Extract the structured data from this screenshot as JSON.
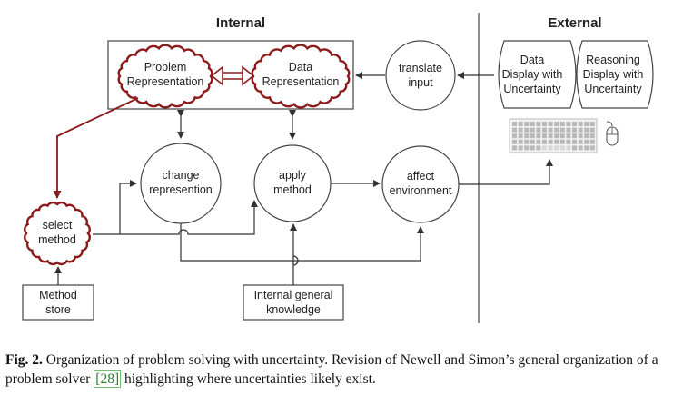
{
  "headers": {
    "internal": "Internal",
    "external": "External"
  },
  "nodes": {
    "problem_representation": [
      "Problem",
      "Representation"
    ],
    "data_representation": [
      "Data",
      "Representation"
    ],
    "translate_input": [
      "translate",
      "input"
    ],
    "data_display": [
      "Data",
      "Display with",
      "Uncertainty"
    ],
    "reasoning_display": [
      "Reasoning",
      "Display with",
      "Uncertainty"
    ],
    "change_representation": [
      "change",
      "represention"
    ],
    "apply_method": [
      "apply",
      "method"
    ],
    "affect_environment": [
      "affect",
      "environment"
    ],
    "select_method": [
      "select",
      "method"
    ],
    "method_store": [
      "Method",
      "store"
    ],
    "internal_general_knowledge": [
      "Internal general",
      "knowledge"
    ]
  },
  "colors": {
    "uncertainty": "#8b1a1a",
    "line": "#333333",
    "box": "#444444"
  },
  "icons": [
    "keyboard-icon",
    "mouse-icon"
  ],
  "caption": {
    "fig_label": "Fig. 2.",
    "text_before_ref": " Organization of problem solving with uncertainty. Revision of Newell and Simon’s general organization of a problem solver ",
    "ref": "[28]",
    "text_after_ref": " highlighting where uncertainties likely exist."
  }
}
